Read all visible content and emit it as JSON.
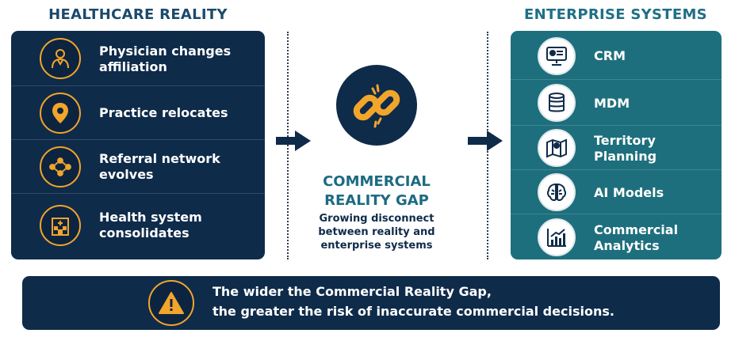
{
  "left_column": {
    "title": "HEALTHCARE REALITY",
    "items": [
      {
        "line1": "Physician changes",
        "line2": "affiliation",
        "icon": "physician-icon"
      },
      {
        "line1": "Practice relocates",
        "line2": "",
        "icon": "location-pin-icon"
      },
      {
        "line1": "Referral network",
        "line2": "evolves",
        "icon": "network-icon"
      },
      {
        "line1": "Health system",
        "line2": "consolidates",
        "icon": "hospital-building-icon"
      }
    ]
  },
  "center": {
    "title_line1": "COMMERCIAL",
    "title_line2": "REALITY GAP",
    "desc_line1": "Growing disconnect",
    "desc_line2": "between reality and",
    "desc_line3": "enterprise systems",
    "icon": "broken-chain-icon"
  },
  "right_column": {
    "title": "ENTERPRISE SYSTEMS",
    "items": [
      {
        "line1": "CRM",
        "line2": "",
        "icon": "crm-monitor-icon"
      },
      {
        "line1": "MDM",
        "line2": "",
        "icon": "database-icon"
      },
      {
        "line1": "Territory",
        "line2": "Planning",
        "icon": "map-pin-icon"
      },
      {
        "line1": "AI Models",
        "line2": "",
        "icon": "brain-icon"
      },
      {
        "line1": "Commercial",
        "line2": "Analytics",
        "icon": "bar-chart-icon"
      }
    ]
  },
  "banner": {
    "line1": "The wider the Commercial Reality Gap,",
    "line2": "the greater the risk of inaccurate commercial decisions.",
    "icon": "warning-icon"
  },
  "colors": {
    "navy": "#0f2b4a",
    "teal": "#1e6f7d",
    "accent_orange": "#f2a52b"
  }
}
